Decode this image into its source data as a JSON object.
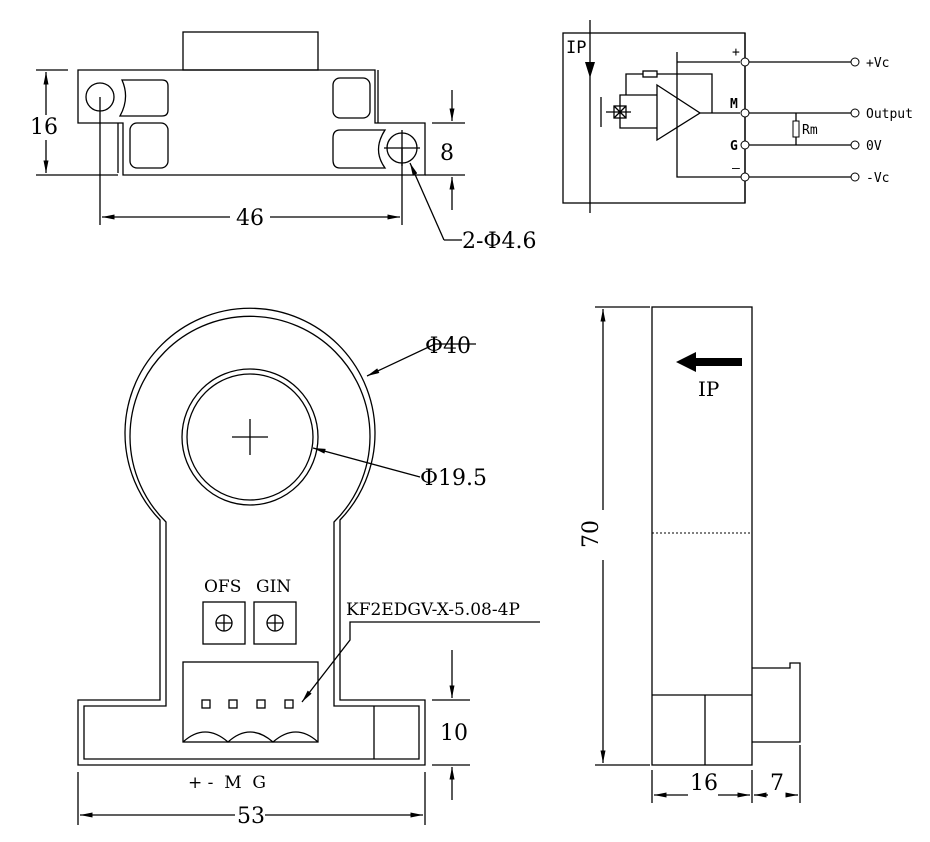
{
  "top_view": {
    "dim_height": "16",
    "dim_step": "8",
    "dim_hole_spacing": "46",
    "hole_callout": "2-Φ4.6"
  },
  "circuit": {
    "ip_label": "IP",
    "pins": {
      "plus": "+",
      "m": "M",
      "g": "G",
      "minus": "–"
    },
    "resistor": "Rm",
    "outputs": [
      "+Vc",
      "Output",
      "0V",
      "-Vc"
    ]
  },
  "front_view": {
    "outer_diameter": "Φ40",
    "inner_diameter": "Φ19.5",
    "pot_labels": [
      "OFS",
      "GIN"
    ],
    "connector": "KF2EDGV-X-5.08-4P",
    "pin_labels": "+ -  M  G",
    "dim_width": "53",
    "dim_base": "10"
  },
  "side_view": {
    "ip_label": "IP",
    "dim_height": "70",
    "dim_depth": "16",
    "dim_connector": "7"
  }
}
